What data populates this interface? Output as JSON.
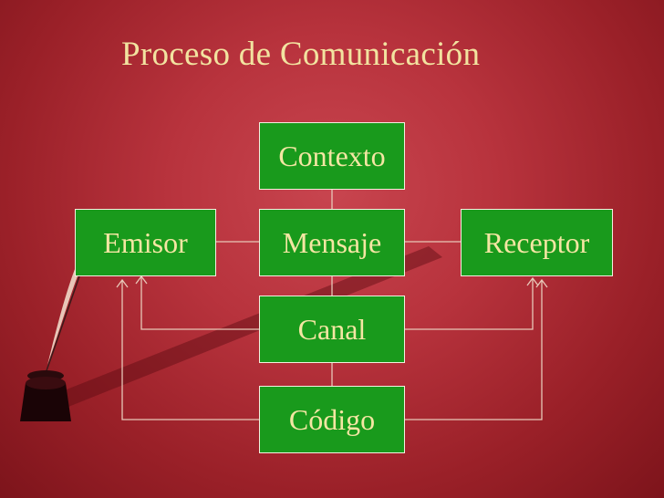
{
  "title": "Proceso de Comunicación",
  "diagram": {
    "nodes": {
      "contexto": "Contexto",
      "emisor": "Emisor",
      "mensaje": "Mensaje",
      "receptor": "Receptor",
      "canal": "Canal",
      "codigo": "Código"
    }
  },
  "colors": {
    "box_fill": "#199a1c",
    "box_text": "#f4e6a3",
    "title_text": "#f2e3a0",
    "background": "#b8333d"
  }
}
